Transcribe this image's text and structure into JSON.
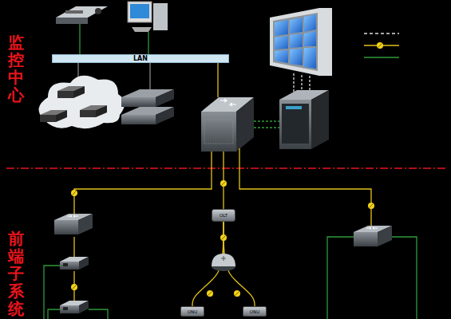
{
  "diagram": {
    "nodes": [
      {
        "text": [
          "LAN"
        ]
      },
      {
        "text": [
          "OLT"
        ]
      },
      {
        "text": [
          "ONU"
        ]
      },
      {
        "text": [
          "ONU"
        ]
      }
    ],
    "edges": [
      {
        "from": 1,
        "to": 2,
        "arrow": "none"
      },
      {
        "from": 1,
        "to": 3,
        "arrow": "none"
      }
    ],
    "labels": [
      "监控中心",
      "前端子系统"
    ]
  }
}
